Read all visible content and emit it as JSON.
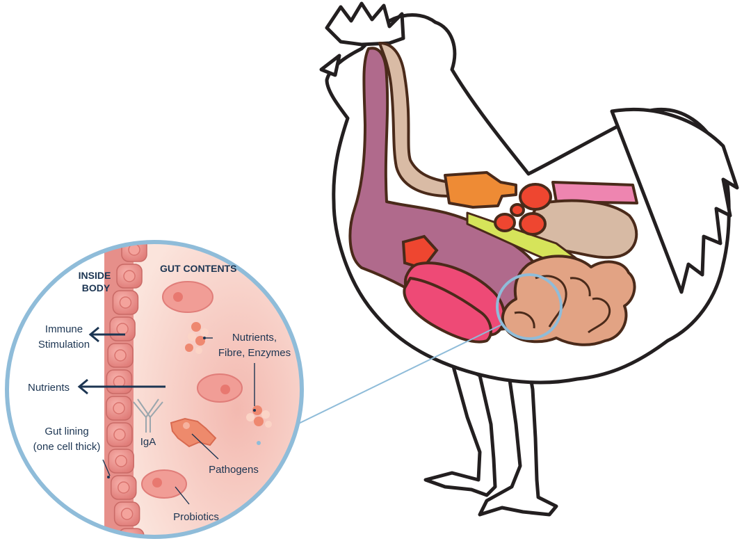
{
  "labels": {
    "inside_body_1": "INSIDE",
    "inside_body_2": "BODY",
    "gut_contents": "GUT CONTENTS",
    "immune_1": "Immune",
    "immune_2": "Stimulation",
    "nutrients_out": "Nutrients",
    "nutrients_in_1": "Nutrients,",
    "nutrients_in_2": "Fibre, Enzymes",
    "gut_lining_1": "Gut lining",
    "gut_lining_2": "(one cell thick)",
    "iga": "IgA",
    "pathogens": "Pathogens",
    "probiotics": "Probiotics"
  },
  "colors": {
    "outline": "#231f20",
    "magnifier_ring": "#8fbcd9",
    "arrow_navy": "#1c3552",
    "lumen": "#f5cfc4",
    "wall_cells": "#e68f8a",
    "esophagus_crop": "#b06a8c",
    "trachea": "#d9bba5",
    "liver_red": "#ee4630",
    "gizzard_pink": "#ee4a76",
    "proventriculus_orange": "#ee8b35",
    "kidney_pink": "#ee85b0",
    "gonad_tan": "#d7baa4",
    "intestine_tan": "#e2a384",
    "spleen_green": "#d6e45a"
  }
}
